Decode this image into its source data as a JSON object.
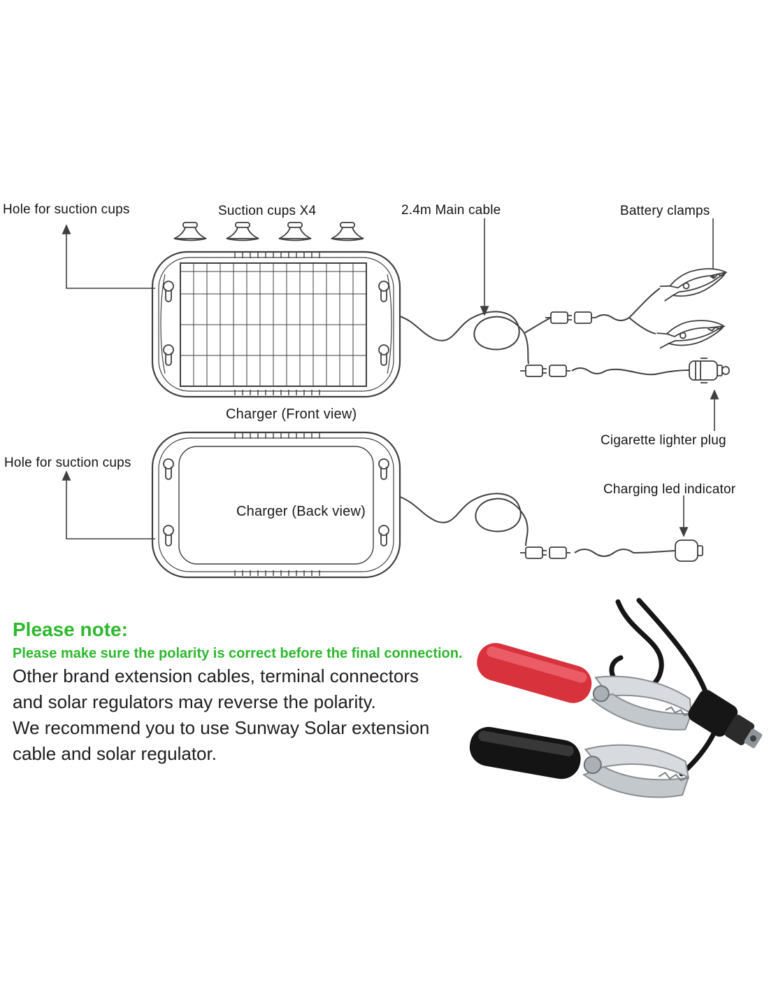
{
  "diagram": {
    "labels": {
      "hole_suction_top": "Hole for suction cups",
      "suction_cups": "Suction cups X4",
      "main_cable": "2.4m Main cable",
      "battery_clamps": "Battery clamps",
      "charger_front_caption": "Charger (Front view)",
      "cigarette_plug": "Cigarette lighter plug",
      "hole_suction_bottom": "Hole for suction cups",
      "charger_back_caption": "Charger (Back view)",
      "led_indicator": "Charging led indicator"
    }
  },
  "note": {
    "title": "Please note:",
    "subtitle": "Please make sure the polarity is correct before the final connection.",
    "lines": [
      "Other brand extension cables, terminal connectors",
      "and solar regulators may reverse the polarity.",
      "We recommend you to use Sunway Solar extension",
      "cable and solar regulator."
    ]
  },
  "colors": {
    "note_green": "#2eb82e",
    "line_art": "#3f3f3f",
    "clamp_red": "#d8323d",
    "clamp_black": "#141414",
    "metal_gray": "#c9cdd2"
  }
}
